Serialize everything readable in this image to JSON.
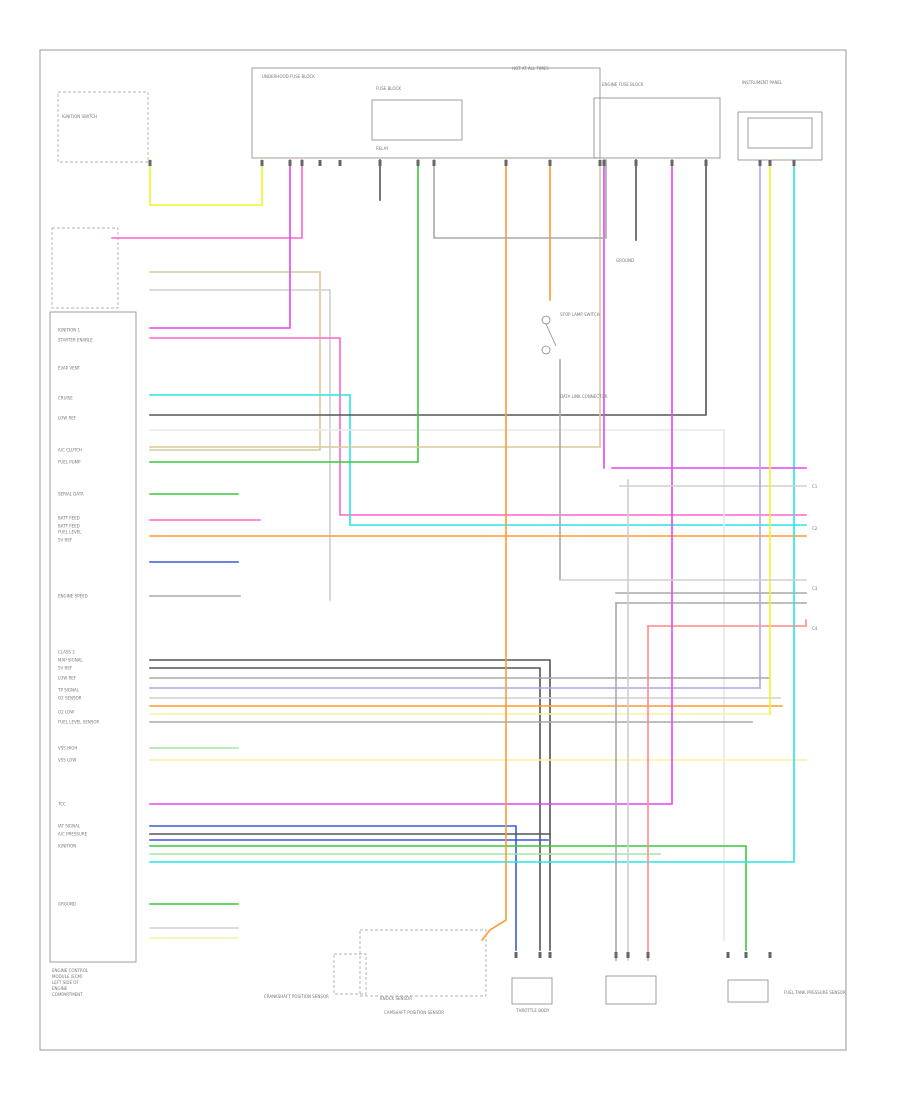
{
  "diagram": {
    "footer_id": "",
    "ecm_labels": [
      "ENGINE CONTROL",
      "MODULE (ECM)",
      "LEFT SIDE OF",
      "ENGINE",
      "COMPARTMENT"
    ],
    "component_labels": [
      "IGNITION SWITCH",
      "UNDERHOOD FUSE BLOCK",
      "FUSE BLOCK",
      "RELAY",
      "HOT AT ALL TIMES",
      "ENGINE FUSE BLOCK",
      "INSTRUMENT PANEL",
      "GROUND",
      "STOP LAMP SWITCH",
      "DATA LINK CONNECTOR",
      "CRANKSHAFT POSITION SENSOR",
      "KNOCK SENSOR",
      "CAMSHAFT POSITION SENSOR",
      "THROTTLE BODY",
      "FUEL TANK PRESSURE SENSOR"
    ],
    "ecm_pin_labels": [
      "IGNITION 1",
      "STARTER ENABLE",
      "EVAP VENT",
      "CRUISE",
      "LOW REF",
      "A/C CLUTCH",
      "FUEL PUMP",
      "SERIAL DATA",
      "BATT FEED",
      "BATT FEED",
      "FUEL LEVEL",
      "5V REF",
      "ENGINE SPEED",
      "CLASS 2",
      "MAP SIGNAL",
      "5V REF",
      "LOW REF",
      "TP SIGNAL",
      "O2 SENSOR",
      "O2 LOW",
      "FUEL LEVEL SENSOR",
      "VSS HIGH",
      "VSS LOW",
      "TCC",
      "IAT SIGNAL",
      "A/C PRESSURE",
      "IGNITION",
      "GROUND"
    ],
    "connector_tags": [
      "C1",
      "C2",
      "C3",
      "C4"
    ],
    "wire_colors": {
      "yellow": "#f2f227",
      "pink": "#ff64c8",
      "magenta": "#e048f0",
      "green": "#3cc63c",
      "cyan": "#27e6e6",
      "orange": "#ff9a32",
      "tan": "#d8c89a",
      "blue": "#3b5ad8",
      "dark_gray": "#555555",
      "gray": "#a8a8a8",
      "light_gray": "#cfcfcf",
      "light_green": "#a6e6a6",
      "light_yellow": "#f7f0a0",
      "lavender": "#a8a8e8",
      "salmon": "#ff8a8a",
      "white": "#e8e8e8"
    }
  }
}
